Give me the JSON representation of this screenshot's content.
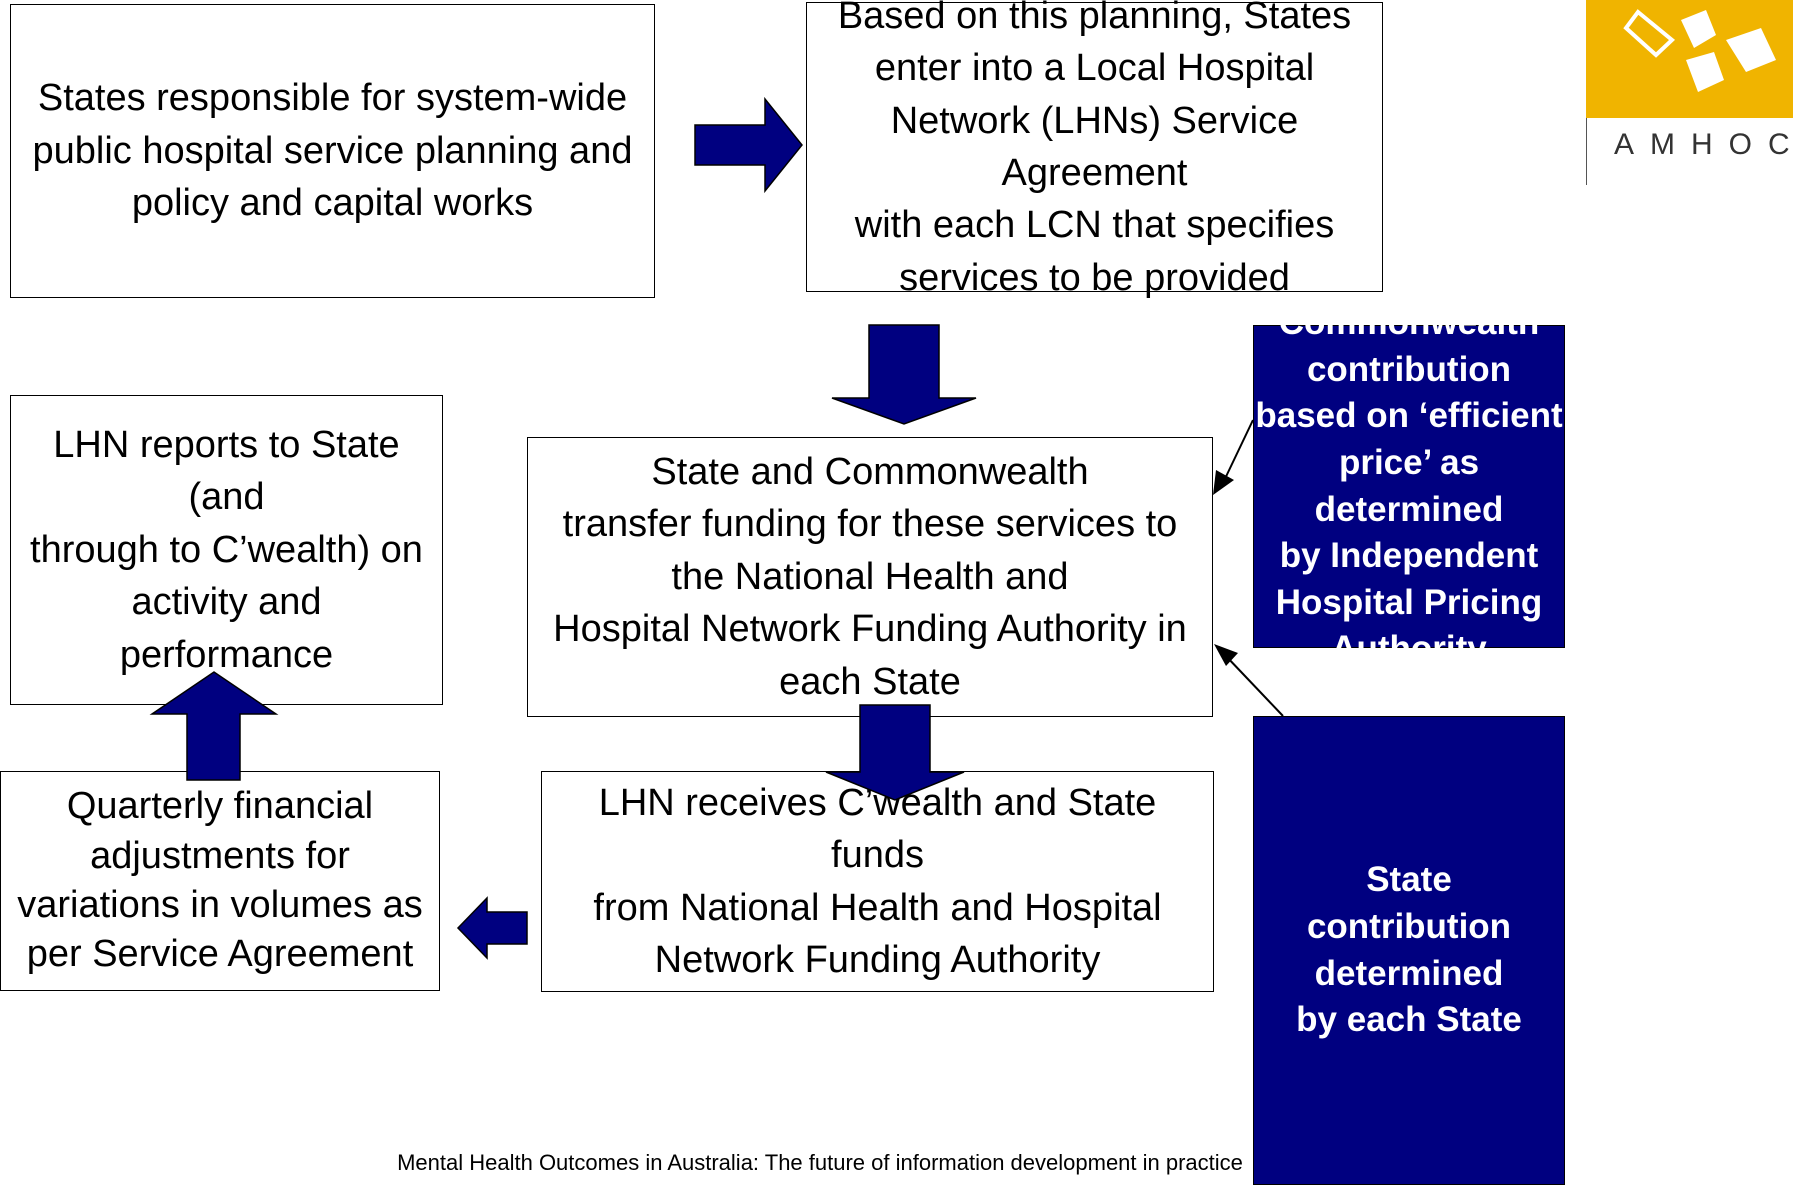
{
  "boxes": {
    "state_planning": "States responsible for system-wide\npublic hospital service planning and\npolicy and capital works",
    "service_agreement": "Based on this planning, States\nenter into a Local Hospital\nNetwork (LHNs) Service Agreement\nwith each LCN that specifies\nservices to be provided",
    "transfer_funding": "State and Commonwealth\ntransfer funding for these services to\nthe National Health and\nHospital Network Funding Authority in\neach State",
    "lhn_reports": "LHN reports to State (and\nthrough to C’wealth) on\nactivity and performance",
    "lhn_receives": "LHN receives C’wealth and State funds\nfrom National Health and Hospital\nNetwork Funding Authority",
    "quarterly_adjustments": "Quarterly financial\nadjustments for\nvariations in volumes as\nper Service Agreement"
  },
  "callouts": {
    "commonwealth_contribution": "Commonwealth\ncontribution\nbased on ‘efficient\nprice’ as determined\nby Independent\nHospital Pricing\nAuthority",
    "state_contribution": "State\ncontribution\ndetermined\nby each State"
  },
  "logo": {
    "text": "AMHOCN",
    "colors": {
      "background": "#f0b400",
      "arrows": "#ffffff"
    }
  },
  "footer": {
    "caption": "Mental Health Outcomes in Australia: The future of information development in practice"
  },
  "colors": {
    "arrow_fill": "#000080",
    "callout_fill": "#000080"
  }
}
